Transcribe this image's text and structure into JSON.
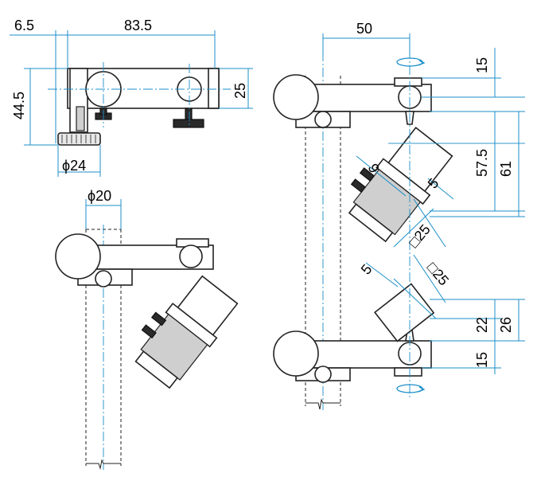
{
  "dimensions": {
    "top_left_offset": "6.5",
    "top_width": "83.5",
    "height_44": "44.5",
    "height_25": "25",
    "diameter_24": "ϕ24",
    "diameter_20": "ϕ20",
    "right_width_50": "50",
    "right_15_top": "15",
    "right_57": "57.5",
    "right_61": "61",
    "right_9": "9",
    "right_5_upper": "5",
    "right_sq25_upper": "□25",
    "right_5_lower": "5",
    "right_sq25_lower": "□25",
    "right_22": "22",
    "right_26": "26",
    "right_15_bottom": "15"
  },
  "colors": {
    "dimension_line": "#1c8fc9",
    "outline": "#222222",
    "dark_part": "#2a2a2a"
  }
}
